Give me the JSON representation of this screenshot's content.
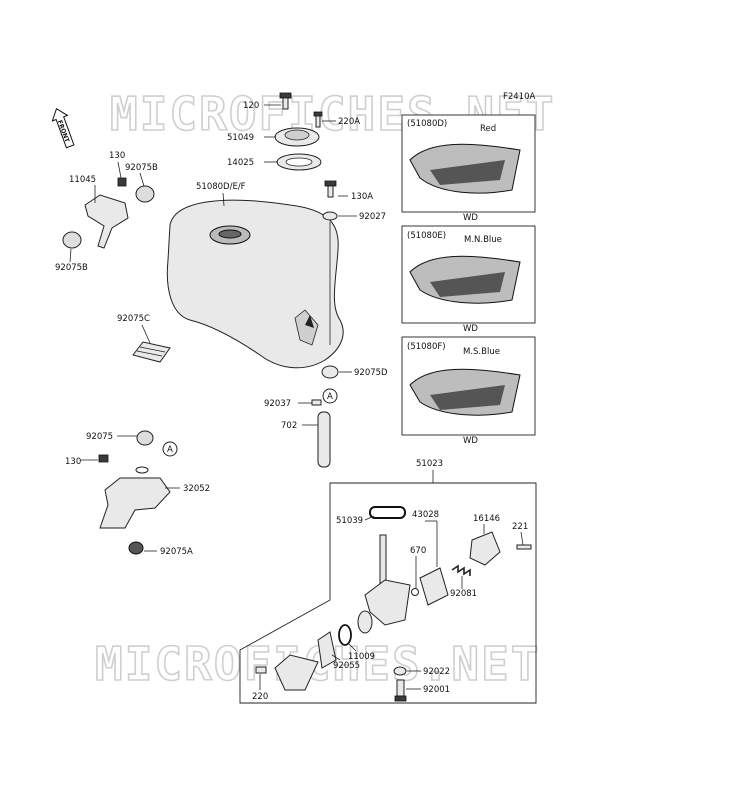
{
  "diagram_code": "F2410A",
  "watermark": "MICROFICHES.NET",
  "front_marker": "FRONT",
  "labels": {
    "p120": "120",
    "p220A": "220A",
    "p51049": "51049",
    "p14025": "14025",
    "p130": "130",
    "p92075B_top": "92075B",
    "p11045": "11045",
    "p92075B_bot": "92075B",
    "p51080DEF": "51080D/E/F",
    "p130A": "130A",
    "p92027": "92027",
    "p92075C": "92075C",
    "p92075D": "92075D",
    "p92037": "92037",
    "p702": "702",
    "p92075": "92075",
    "p130_b": "130",
    "p32052": "32052",
    "p92075A": "92075A",
    "p51023": "51023",
    "p51039": "51039",
    "p43028": "43028",
    "p16146": "16146",
    "p221": "221",
    "p670": "670",
    "p92081": "92081",
    "p92055": "92055",
    "p11009": "11009",
    "p92022": "92022",
    "p92001": "92001",
    "p220": "220",
    "ref_A1": "A",
    "ref_A2": "A"
  },
  "variants": [
    {
      "code": "(51080D)",
      "color": "Red",
      "suffix": "WD"
    },
    {
      "code": "(51080E)",
      "color": "M.N.Blue",
      "suffix": "WD"
    },
    {
      "code": "(51080F)",
      "color": "M.S.Blue",
      "suffix": "WD"
    }
  ]
}
